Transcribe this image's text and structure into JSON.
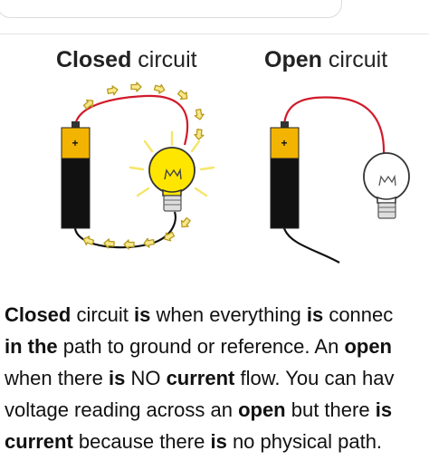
{
  "diagram": {
    "closed_title_bold": "Closed",
    "closed_title_rest": " circuit",
    "open_title_bold": "Open",
    "open_title_rest": " circuit",
    "battery_plus_label": "+"
  },
  "caption_lines": [
    [
      {
        "t": "Closed",
        "b": true
      },
      {
        "t": " circuit ",
        "b": false
      },
      {
        "t": "is",
        "b": true
      },
      {
        "t": " when everything ",
        "b": false
      },
      {
        "t": "is",
        "b": true
      },
      {
        "t": " connec",
        "b": false
      }
    ],
    [
      {
        "t": "in the",
        "b": true
      },
      {
        "t": " path to ground or reference. An ",
        "b": false
      },
      {
        "t": "open",
        "b": true
      }
    ],
    [
      {
        "t": "when there ",
        "b": false
      },
      {
        "t": "is",
        "b": true
      },
      {
        "t": " NO ",
        "b": false
      },
      {
        "t": "current",
        "b": true
      },
      {
        "t": " flow. You can hav",
        "b": false
      }
    ],
    [
      {
        "t": "voltage reading across an ",
        "b": false
      },
      {
        "t": "open",
        "b": true
      },
      {
        "t": " but there ",
        "b": false
      },
      {
        "t": "is",
        "b": true
      }
    ],
    [
      {
        "t": "current",
        "b": true
      },
      {
        "t": " because there ",
        "b": false
      },
      {
        "t": "is",
        "b": true
      },
      {
        "t": " no physical path.",
        "b": false
      }
    ]
  ],
  "colors": {
    "wire": "#d11a2a",
    "battery_cap": "#f2b400",
    "battery_body": "#111111",
    "bulb_on": "#ffe600",
    "glow": "#f5e56a",
    "arrow_fill": "#f7e98a",
    "arrow_stroke": "#b89a1e"
  }
}
